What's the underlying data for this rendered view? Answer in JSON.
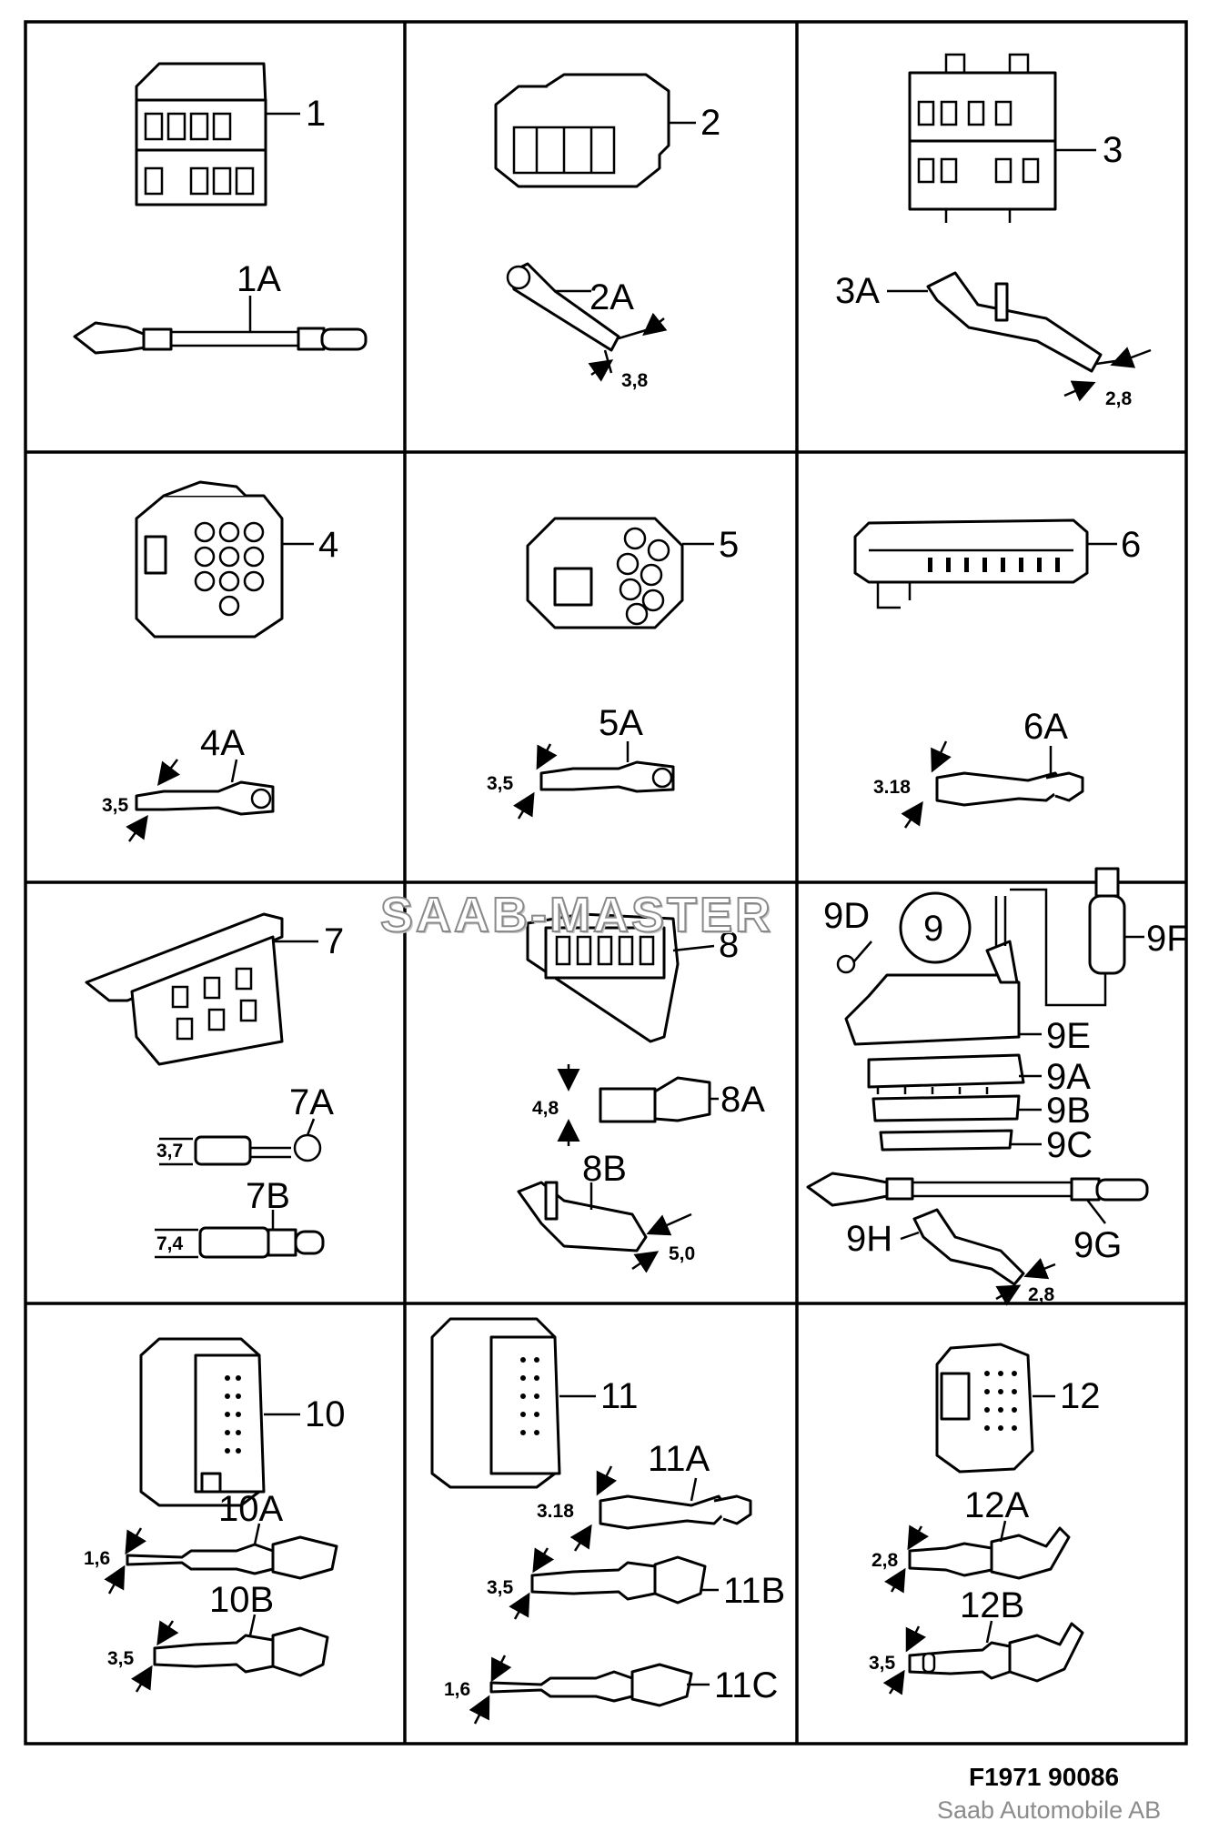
{
  "labels": {
    "p1": "1",
    "p1a": "1A",
    "p2": "2",
    "p2a": "2A",
    "d2a": "3,8",
    "p3": "3",
    "p3a": "3A",
    "d3a": "2,8",
    "p4": "4",
    "p4a": "4A",
    "d4a": "3,5",
    "p5": "5",
    "p5a": "5A",
    "d5a": "3,5",
    "p6": "6",
    "p6a": "6A",
    "d6a": "3.18",
    "p7": "7",
    "p7a": "7A",
    "d7a": "3,7",
    "p7b": "7B",
    "d7b": "7,4",
    "p8": "8",
    "p8a": "8A",
    "d8a": "4,8",
    "p8b": "8B",
    "d8b": "5,0",
    "p9": "9",
    "p9a": "9A",
    "p9b": "9B",
    "p9c": "9C",
    "p9d": "9D",
    "p9e": "9E",
    "p9f": "9F",
    "p9g": "9G",
    "p9h": "9H",
    "d9h": "2,8",
    "p10": "10",
    "p10a": "10A",
    "d10a": "1,6",
    "p10b": "10B",
    "d10b": "3,5",
    "p11": "11",
    "p11a": "11A",
    "d11a": "3.18",
    "p11b": "11B",
    "d11b": "3,5",
    "p11c": "11C",
    "d11c": "1,6",
    "p12": "12",
    "p12a": "12A",
    "d12a": "2,8",
    "p12b": "12B",
    "d12b": "3,5"
  },
  "watermark": "SAAB-MASTER",
  "footer": {
    "code": "F1971  90086",
    "credit": "Saab Automobile AB"
  }
}
